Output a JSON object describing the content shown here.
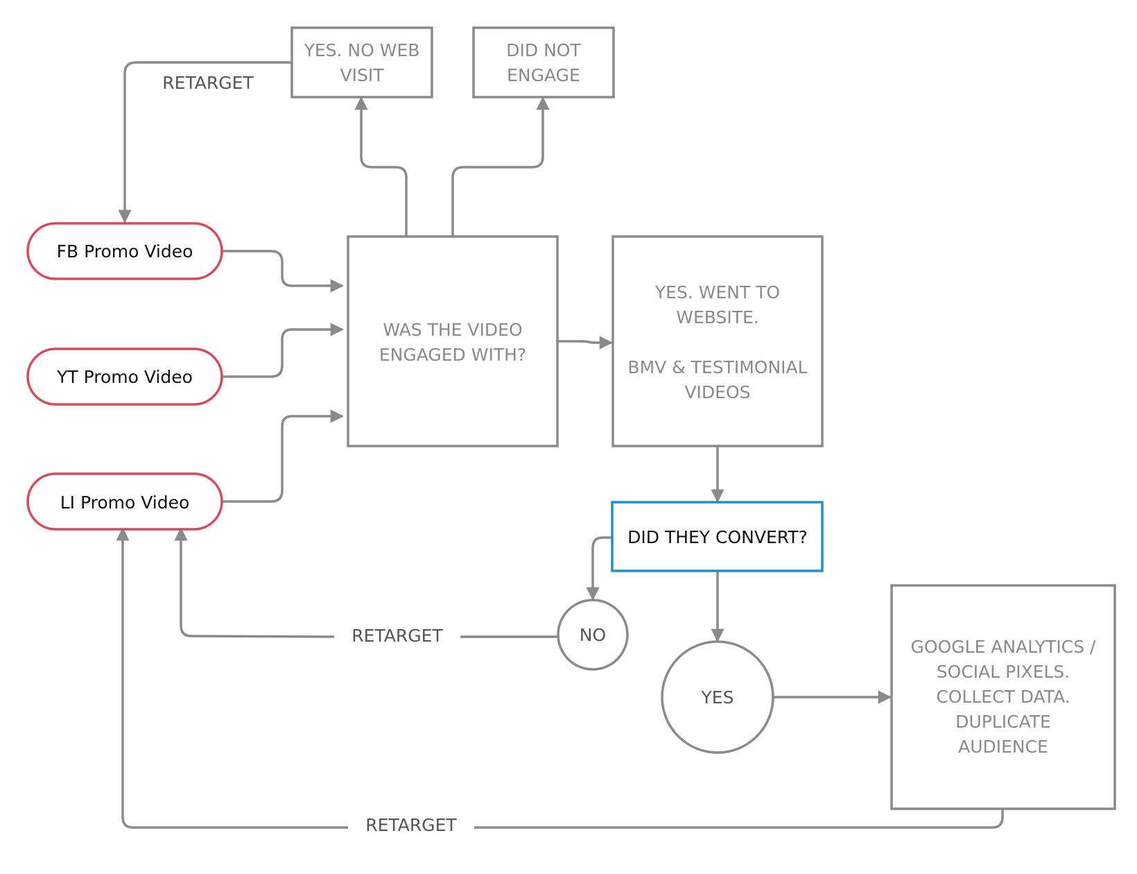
{
  "nodes": {
    "fb": "FB Promo Video",
    "yt": "YT Promo Video",
    "li": "LI Promo Video",
    "engaged": [
      "WAS THE VIDEO",
      "ENGAGED WITH?"
    ],
    "no_web_visit": [
      "YES. NO WEB",
      "VISIT"
    ],
    "did_not_engage": [
      "DID NOT",
      "ENGAGE"
    ],
    "went_to_website": [
      "YES. WENT TO",
      "WEBSITE.",
      "",
      "BMV & TESTIMONIAL",
      "VIDEOS"
    ],
    "convert": "DID THEY CONVERT?",
    "no": "NO",
    "yes": "YES",
    "analytics": [
      "GOOGLE ANALYTICS /",
      "SOCIAL PIXELS.",
      "COLLECT DATA.",
      "DUPLICATE",
      "AUDIENCE"
    ]
  },
  "edge_labels": {
    "retarget_top": "RETARGET",
    "retarget_mid": "RETARGET",
    "retarget_bottom": "RETARGET"
  },
  "colors": {
    "line": "#8a8a8a",
    "pill_border": "#d64b5b",
    "highlight_border": "#1e8fd0"
  }
}
